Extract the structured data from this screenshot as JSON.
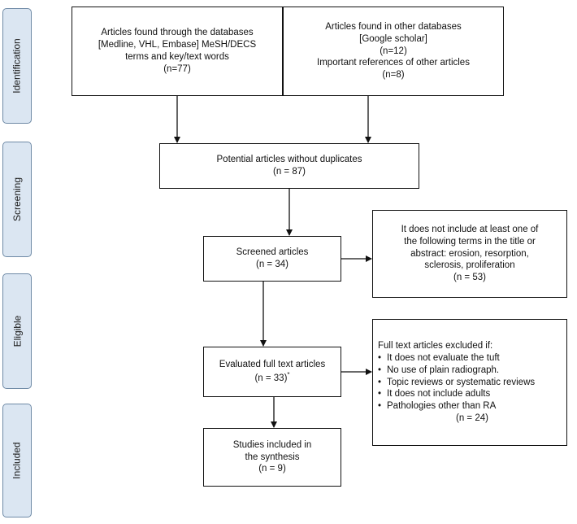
{
  "stages": {
    "identification": "Identification",
    "screening": "Screening",
    "eligible": "Eligible",
    "included": "Included"
  },
  "boxes": {
    "databases": {
      "lines": [
        "Articles found through the databases",
        "[Medline, VHL, Embase] MeSH/DECS",
        "terms and key/text words",
        "(n=77)"
      ]
    },
    "other_databases": {
      "lines": [
        "Articles found in other databases",
        "[Google scholar]",
        "(n=12)",
        "Important references of other articles",
        "(n=8)"
      ]
    },
    "potential": {
      "lines": [
        "Potential articles without duplicates",
        "(n = 87)"
      ]
    },
    "screened": {
      "lines": [
        "Screened articles",
        "(n = 34)"
      ]
    },
    "screen_excluded": {
      "lines": [
        "It does not include at least one of",
        "the following terms in the title or",
        "abstract: erosion, resorption,",
        "sclerosis, proliferation",
        "(n = 53)"
      ]
    },
    "evaluated": {
      "line1": "Evaluated full text articles",
      "count": "(n = 33)",
      "mark": "*"
    },
    "fulltext_excluded": {
      "heading": "Full text articles excluded if:",
      "items": [
        "It does not evaluate the tuft",
        "No use of plain radiograph.",
        "Topic reviews or systematic reviews",
        "It does not include adults",
        "Pathologies other than RA"
      ],
      "count": "(n = 24)"
    },
    "included": {
      "lines": [
        "Studies included in",
        "the synthesis",
        "(n = 9)"
      ]
    }
  }
}
